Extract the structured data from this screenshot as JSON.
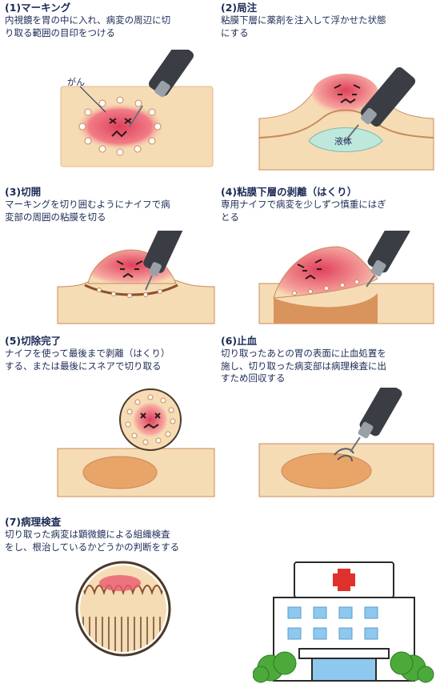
{
  "steps": [
    {
      "title": "(1)マーキング",
      "text": "内視鏡を胃の中に入れ、病変の周辺に切\nり取る範囲の目印をつける"
    },
    {
      "title": "(2)局注",
      "text": "粘膜下層に薬剤を注入して浮かせた状態\nにする"
    },
    {
      "title": "(3)切開",
      "text": "マーキングを切り囲むようにナイフで病\n変部の周囲の粘膜を切る"
    },
    {
      "title": "(4)粘膜下層の剥離（はくり）",
      "text": "専用ナイフで病変を少しずつ慎重にはぎ\nとる"
    },
    {
      "title": "(5)切除完了",
      "text": "ナイフを使って最後まで剥離（はくり）\nする、または最後にスネアで切り取る"
    },
    {
      "title": "(6)止血",
      "text": "切り取ったあとの胃の表面に止血処置を\n施し、切り取った病変部は病理検査に出\nすため回収する"
    },
    {
      "title": "(7)病理検査",
      "text": "切り取った病変は顕微鏡による組織検査\nをし、根治しているかどうかの判断をする"
    }
  ],
  "labels": {
    "cancer": "がん",
    "liquid": "液体"
  },
  "colors": {
    "tissue": "#f6dcb5",
    "tissue_edge": "#c98a5c",
    "lesion": "#e85a70",
    "lesion_glow": "#f7b0a8",
    "liquid": "#bfe8dd",
    "scope": "#3a3d44",
    "wound": "#e9a468",
    "hospital_cross": "#e0302c",
    "window": "#8ec8ef",
    "tree": "#4caa3a"
  }
}
